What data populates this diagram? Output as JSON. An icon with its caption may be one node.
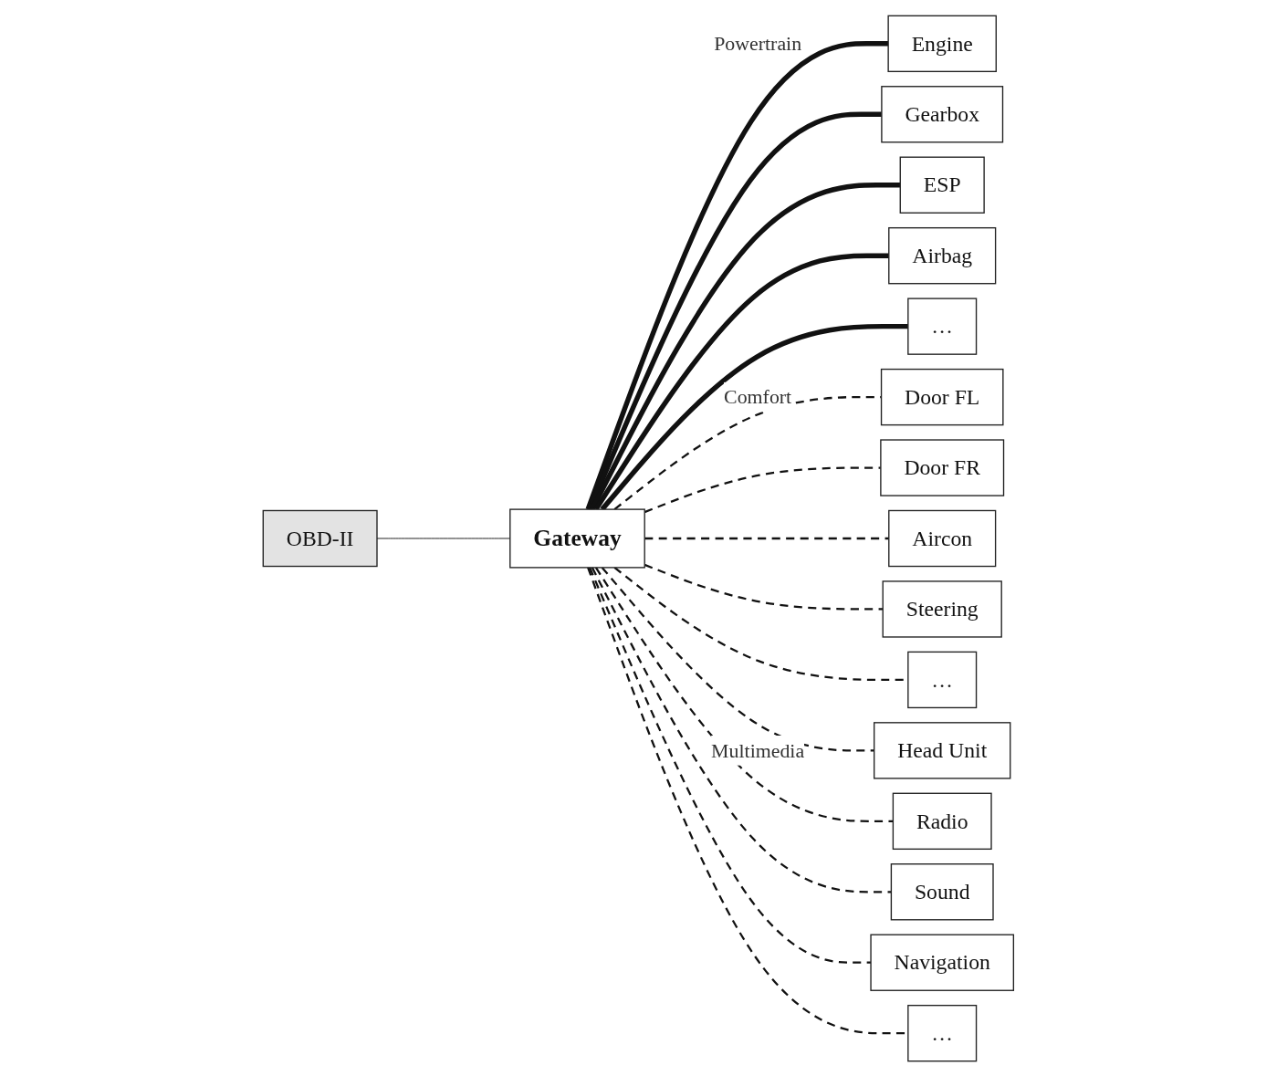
{
  "diagram": {
    "nodes": [
      {
        "text": [
          "OBD-II"
        ]
      },
      {
        "text": [
          "Gateway"
        ]
      },
      {
        "text": [
          "Engine"
        ]
      },
      {
        "text": [
          "Gearbox"
        ]
      },
      {
        "text": [
          "ESP"
        ]
      },
      {
        "text": [
          "Airbag"
        ]
      },
      {
        "text": [
          "…"
        ]
      },
      {
        "text": [
          "Door FL"
        ]
      },
      {
        "text": [
          "Door FR"
        ]
      },
      {
        "text": [
          "Aircon"
        ]
      },
      {
        "text": [
          "Steering"
        ]
      },
      {
        "text": [
          "…"
        ]
      },
      {
        "text": [
          "Head Unit"
        ]
      },
      {
        "text": [
          "Radio"
        ]
      },
      {
        "text": [
          "Sound"
        ]
      },
      {
        "text": [
          "Navigation"
        ]
      },
      {
        "text": [
          "…"
        ]
      }
    ],
    "edges": [
      {
        "from": 0,
        "to": 1,
        "arrow": "none"
      },
      {
        "from": 1,
        "to": 2,
        "arrow": "none",
        "style": "thick",
        "label": "Powertrain"
      },
      {
        "from": 1,
        "to": 3,
        "arrow": "none",
        "style": "thick"
      },
      {
        "from": 1,
        "to": 4,
        "arrow": "none",
        "style": "thick"
      },
      {
        "from": 1,
        "to": 5,
        "arrow": "none",
        "style": "thick"
      },
      {
        "from": 1,
        "to": 6,
        "arrow": "none",
        "style": "thick"
      },
      {
        "from": 1,
        "to": 7,
        "arrow": "none",
        "style": "dashed",
        "label": "Comfort"
      },
      {
        "from": 1,
        "to": 8,
        "arrow": "none",
        "style": "dashed"
      },
      {
        "from": 1,
        "to": 9,
        "arrow": "none",
        "style": "dashed"
      },
      {
        "from": 1,
        "to": 10,
        "arrow": "none",
        "style": "dashed"
      },
      {
        "from": 1,
        "to": 11,
        "arrow": "none",
        "style": "dashed"
      },
      {
        "from": 1,
        "to": 12,
        "arrow": "none",
        "style": "dashed",
        "label": "Multimedia"
      },
      {
        "from": 1,
        "to": 13,
        "arrow": "none",
        "style": "dashed"
      },
      {
        "from": 1,
        "to": 14,
        "arrow": "none",
        "style": "dashed"
      },
      {
        "from": 1,
        "to": 15,
        "arrow": "none",
        "style": "dashed"
      },
      {
        "from": 1,
        "to": 16,
        "arrow": "none",
        "style": "dashed"
      }
    ]
  }
}
